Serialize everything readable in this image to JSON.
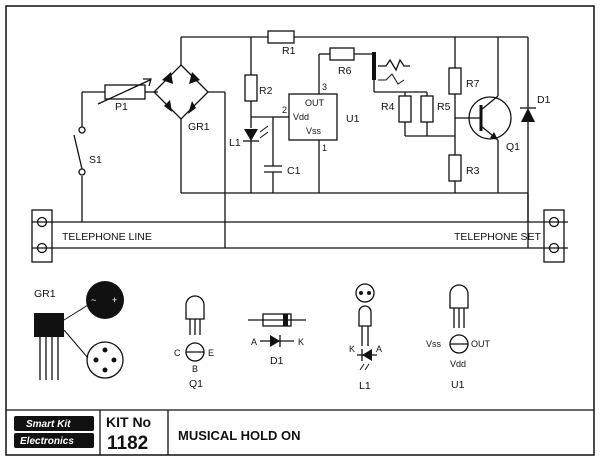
{
  "schematic": {
    "labels": {
      "r1": "R1",
      "r2": "R2",
      "r3": "R3",
      "r4": "R4",
      "r5": "R5",
      "r6": "R6",
      "r7": "R7",
      "p1": "P1",
      "gr1": "GR1",
      "l1": "L1",
      "c1": "C1",
      "s1": "S1",
      "u1": "U1",
      "q1": "Q1",
      "d1": "D1",
      "pin_out": "OUT",
      "pin_vdd": "Vdd",
      "pin_vss": "Vss",
      "pin1": "1",
      "pin2": "2",
      "pin3": "3"
    },
    "telephone_line": "TELEPHONE LINE",
    "telephone_set": "TELEPHONE SET"
  },
  "parts": {
    "gr1": {
      "title": "GR1",
      "minus": "~",
      "plus": "+",
      "ac": "~"
    },
    "q1": {
      "title": "Q1",
      "c": "C",
      "e": "E",
      "b": "B"
    },
    "d1": {
      "title": "D1",
      "a": "A",
      "k": "K"
    },
    "l1": {
      "title": "L1",
      "k": "K",
      "a": "A"
    },
    "u1": {
      "title": "U1",
      "vss": "Vss",
      "out": "OUT",
      "vdd": "Vdd"
    }
  },
  "footer": {
    "brand_top": "Smart Kit",
    "brand_bottom": "Electronics",
    "kit_label": "KIT No",
    "kit_number": "1182",
    "title": "MUSICAL HOLD ON"
  }
}
